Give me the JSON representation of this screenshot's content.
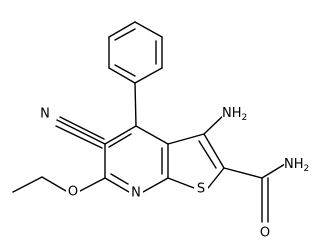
{
  "labels": {
    "amino": "NH",
    "amino_sub": "2",
    "amide_n": "NH",
    "amide_n_sub": "2",
    "oxo": "O",
    "ring_n": "N",
    "ring_s": "S",
    "ether_o": "O",
    "nitrile_n": "N"
  },
  "colors": {
    "bond": "#000000",
    "text": "#000000",
    "background": "#ffffff"
  }
}
